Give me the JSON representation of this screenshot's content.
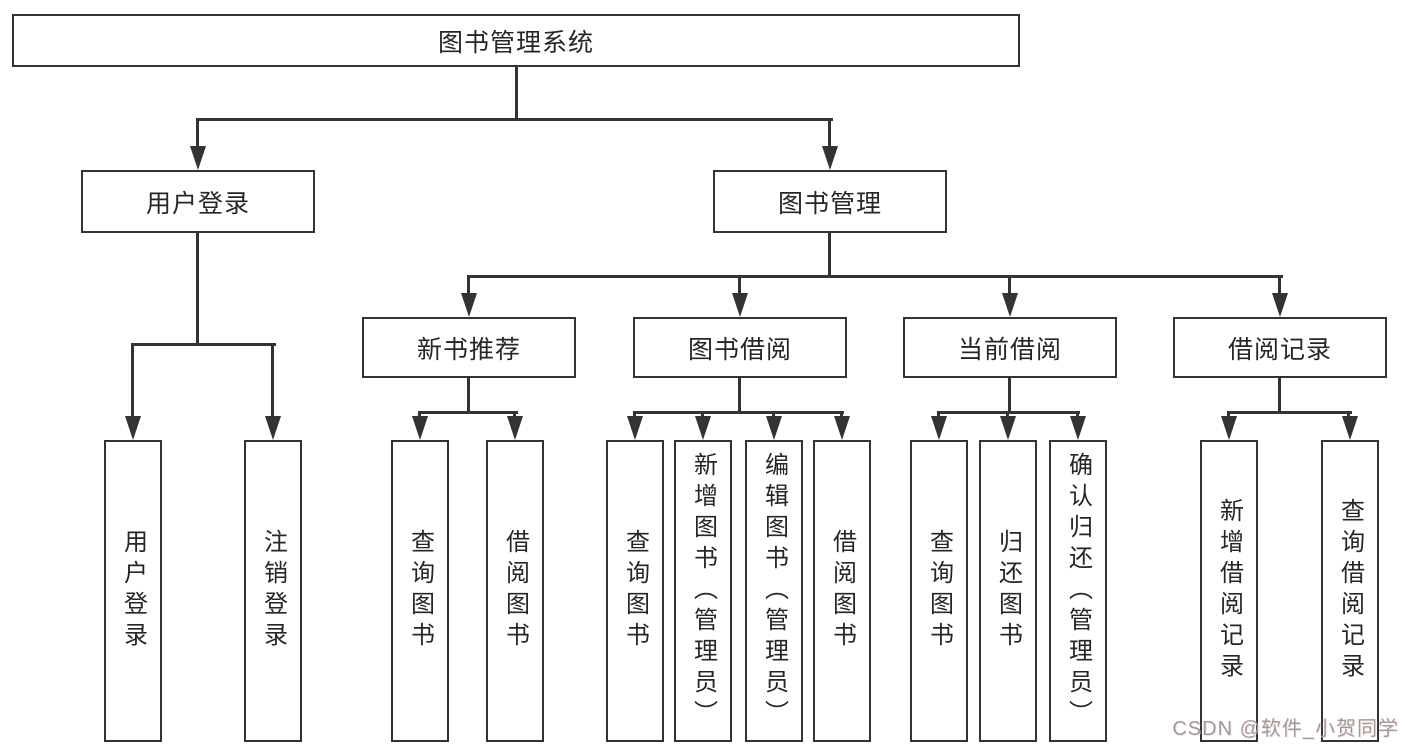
{
  "title": "图书管理系统",
  "tree": {
    "root": {
      "label": "图书管理系统",
      "children": [
        {
          "label": "用户登录",
          "children": [
            {
              "label": "用户登录"
            },
            {
              "label": "注销登录"
            }
          ]
        },
        {
          "label": "图书管理",
          "children": [
            {
              "label": "新书推荐",
              "children": [
                {
                  "label": "查询图书"
                },
                {
                  "label": "借阅图书"
                }
              ]
            },
            {
              "label": "图书借阅",
              "children": [
                {
                  "label": "查询图书"
                },
                {
                  "label": "新增图书（管理员）"
                },
                {
                  "label": "编辑图书（管理员）"
                },
                {
                  "label": "借阅图书"
                }
              ]
            },
            {
              "label": "当前借阅",
              "children": [
                {
                  "label": "查询图书"
                },
                {
                  "label": "归还图书"
                },
                {
                  "label": "确认归还（管理员）"
                }
              ]
            },
            {
              "label": "借阅记录",
              "children": [
                {
                  "label": "新增借阅记录"
                },
                {
                  "label": "查询借阅记录"
                }
              ]
            }
          ]
        }
      ]
    }
  },
  "watermark": {
    "text": "CSDN @软件_小贺同学"
  },
  "colors": {
    "line": "#333333",
    "box_border": "#333333",
    "box_fill": "#ffffff",
    "text": "#262626",
    "watermark": "#9c9c9c"
  }
}
